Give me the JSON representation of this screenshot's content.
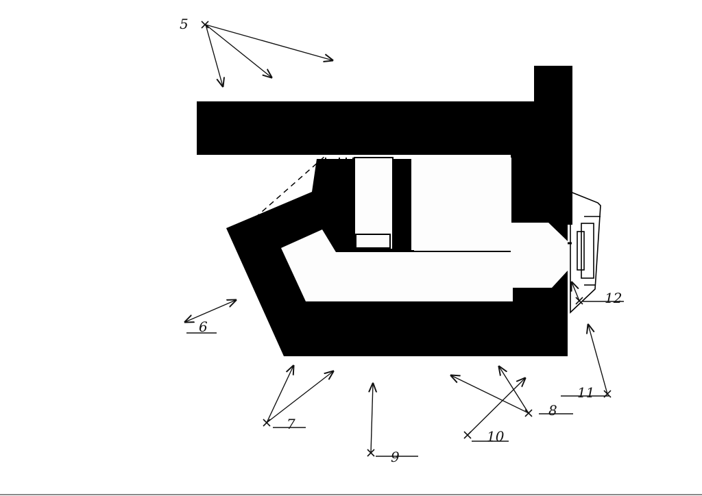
{
  "diagram": {
    "ink_color": "#111111",
    "paper_color": "#ffffff",
    "labels": [
      {
        "id": "5",
        "text": "5"
      },
      {
        "id": "6",
        "text": "6"
      },
      {
        "id": "7",
        "text": "7"
      },
      {
        "id": "8",
        "text": "8"
      },
      {
        "id": "9",
        "text": "9"
      },
      {
        "id": "10",
        "text": "10"
      },
      {
        "id": "11",
        "text": "11"
      },
      {
        "id": "12",
        "text": "12"
      }
    ]
  }
}
